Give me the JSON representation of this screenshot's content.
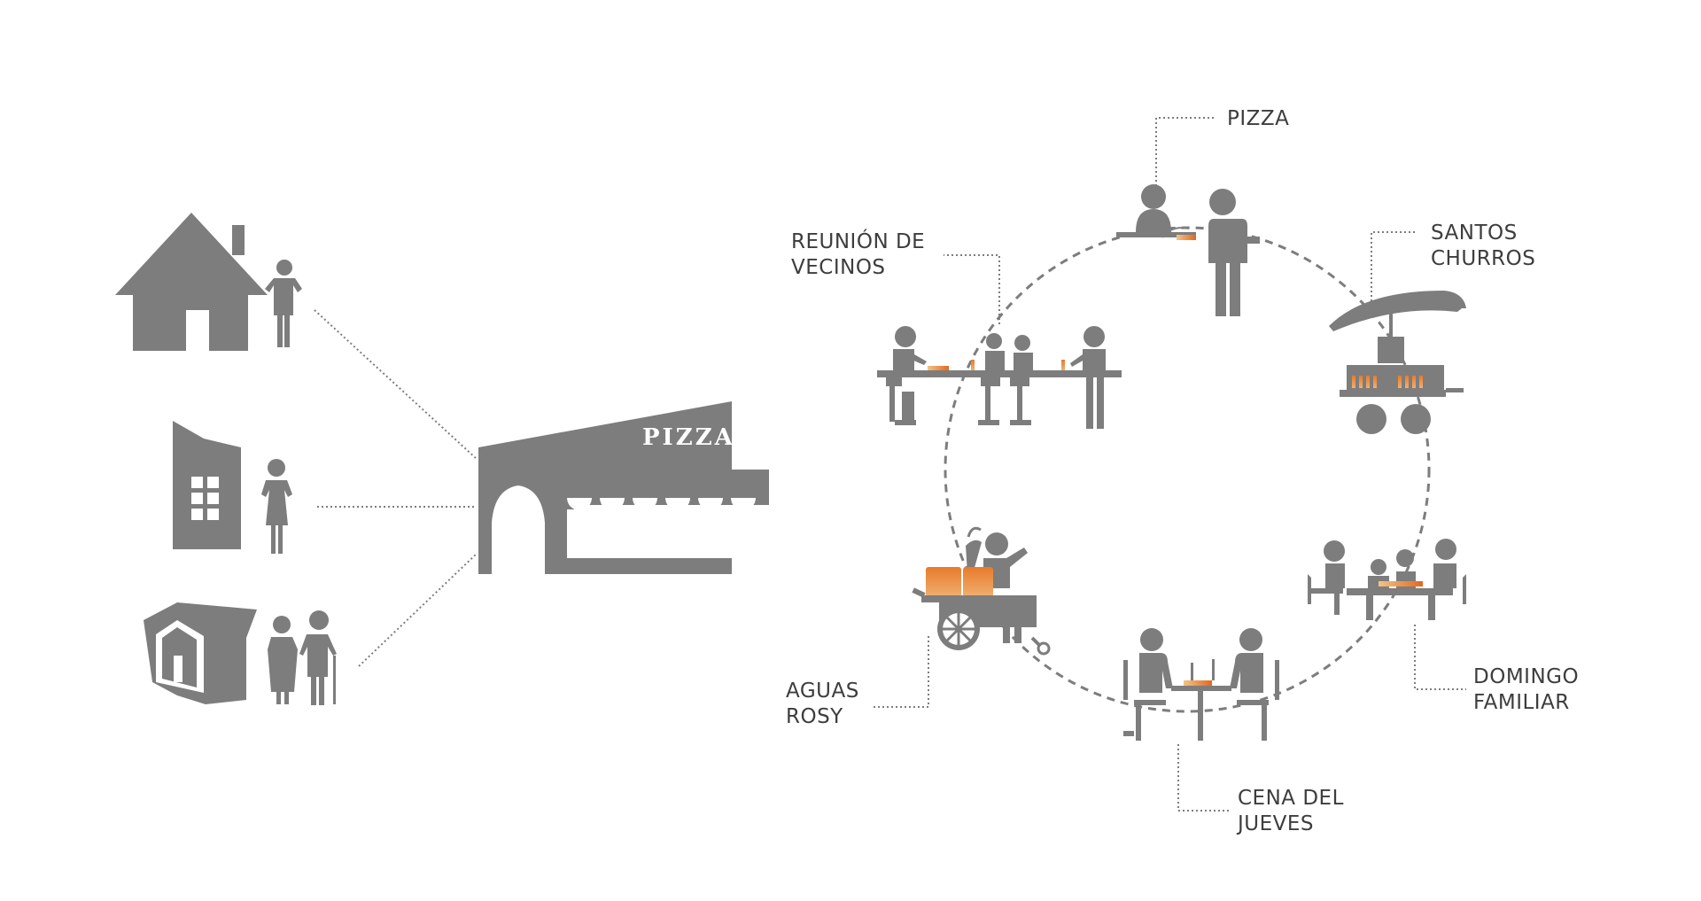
{
  "colors": {
    "icon_gray": "#7d7d7d",
    "line_gray": "#7d7d7d",
    "accent_orange": "#e87a2c",
    "accent_light": "#f3c38b",
    "label_text": "#3d3d3d"
  },
  "shop": {
    "sign": "PIZZA"
  },
  "residences": [
    {
      "name": "house-with-man",
      "icons": [
        "house-icon",
        "man-icon"
      ]
    },
    {
      "name": "apartment-with-woman",
      "icons": [
        "building-icon",
        "woman-icon"
      ]
    },
    {
      "name": "cabin-with-elderly-couple",
      "icons": [
        "cabin-icon",
        "elderly-couple-icon"
      ]
    }
  ],
  "scenes": [
    {
      "id": "pizza",
      "label_lines": [
        "PIZZA"
      ],
      "icon": "pizza-vendor-icon"
    },
    {
      "id": "santos-churros",
      "label_lines": [
        "SANTOS",
        "CHURROS"
      ],
      "icon": "churro-cart-icon"
    },
    {
      "id": "domingo-familiar",
      "label_lines": [
        "DOMINGO",
        "FAMILIAR"
      ],
      "icon": "family-table-icon"
    },
    {
      "id": "cena-del-jueves",
      "label_lines": [
        "CENA DEL",
        "JUEVES"
      ],
      "icon": "couple-dinner-icon"
    },
    {
      "id": "aguas-rosy",
      "label_lines": [
        "AGUAS",
        "ROSY"
      ],
      "icon": "water-cart-icon"
    },
    {
      "id": "reunion-de-vecinos",
      "label_lines": [
        "REUNIÓN DE",
        "VECINOS"
      ],
      "icon": "neighbors-bar-icon"
    }
  ]
}
